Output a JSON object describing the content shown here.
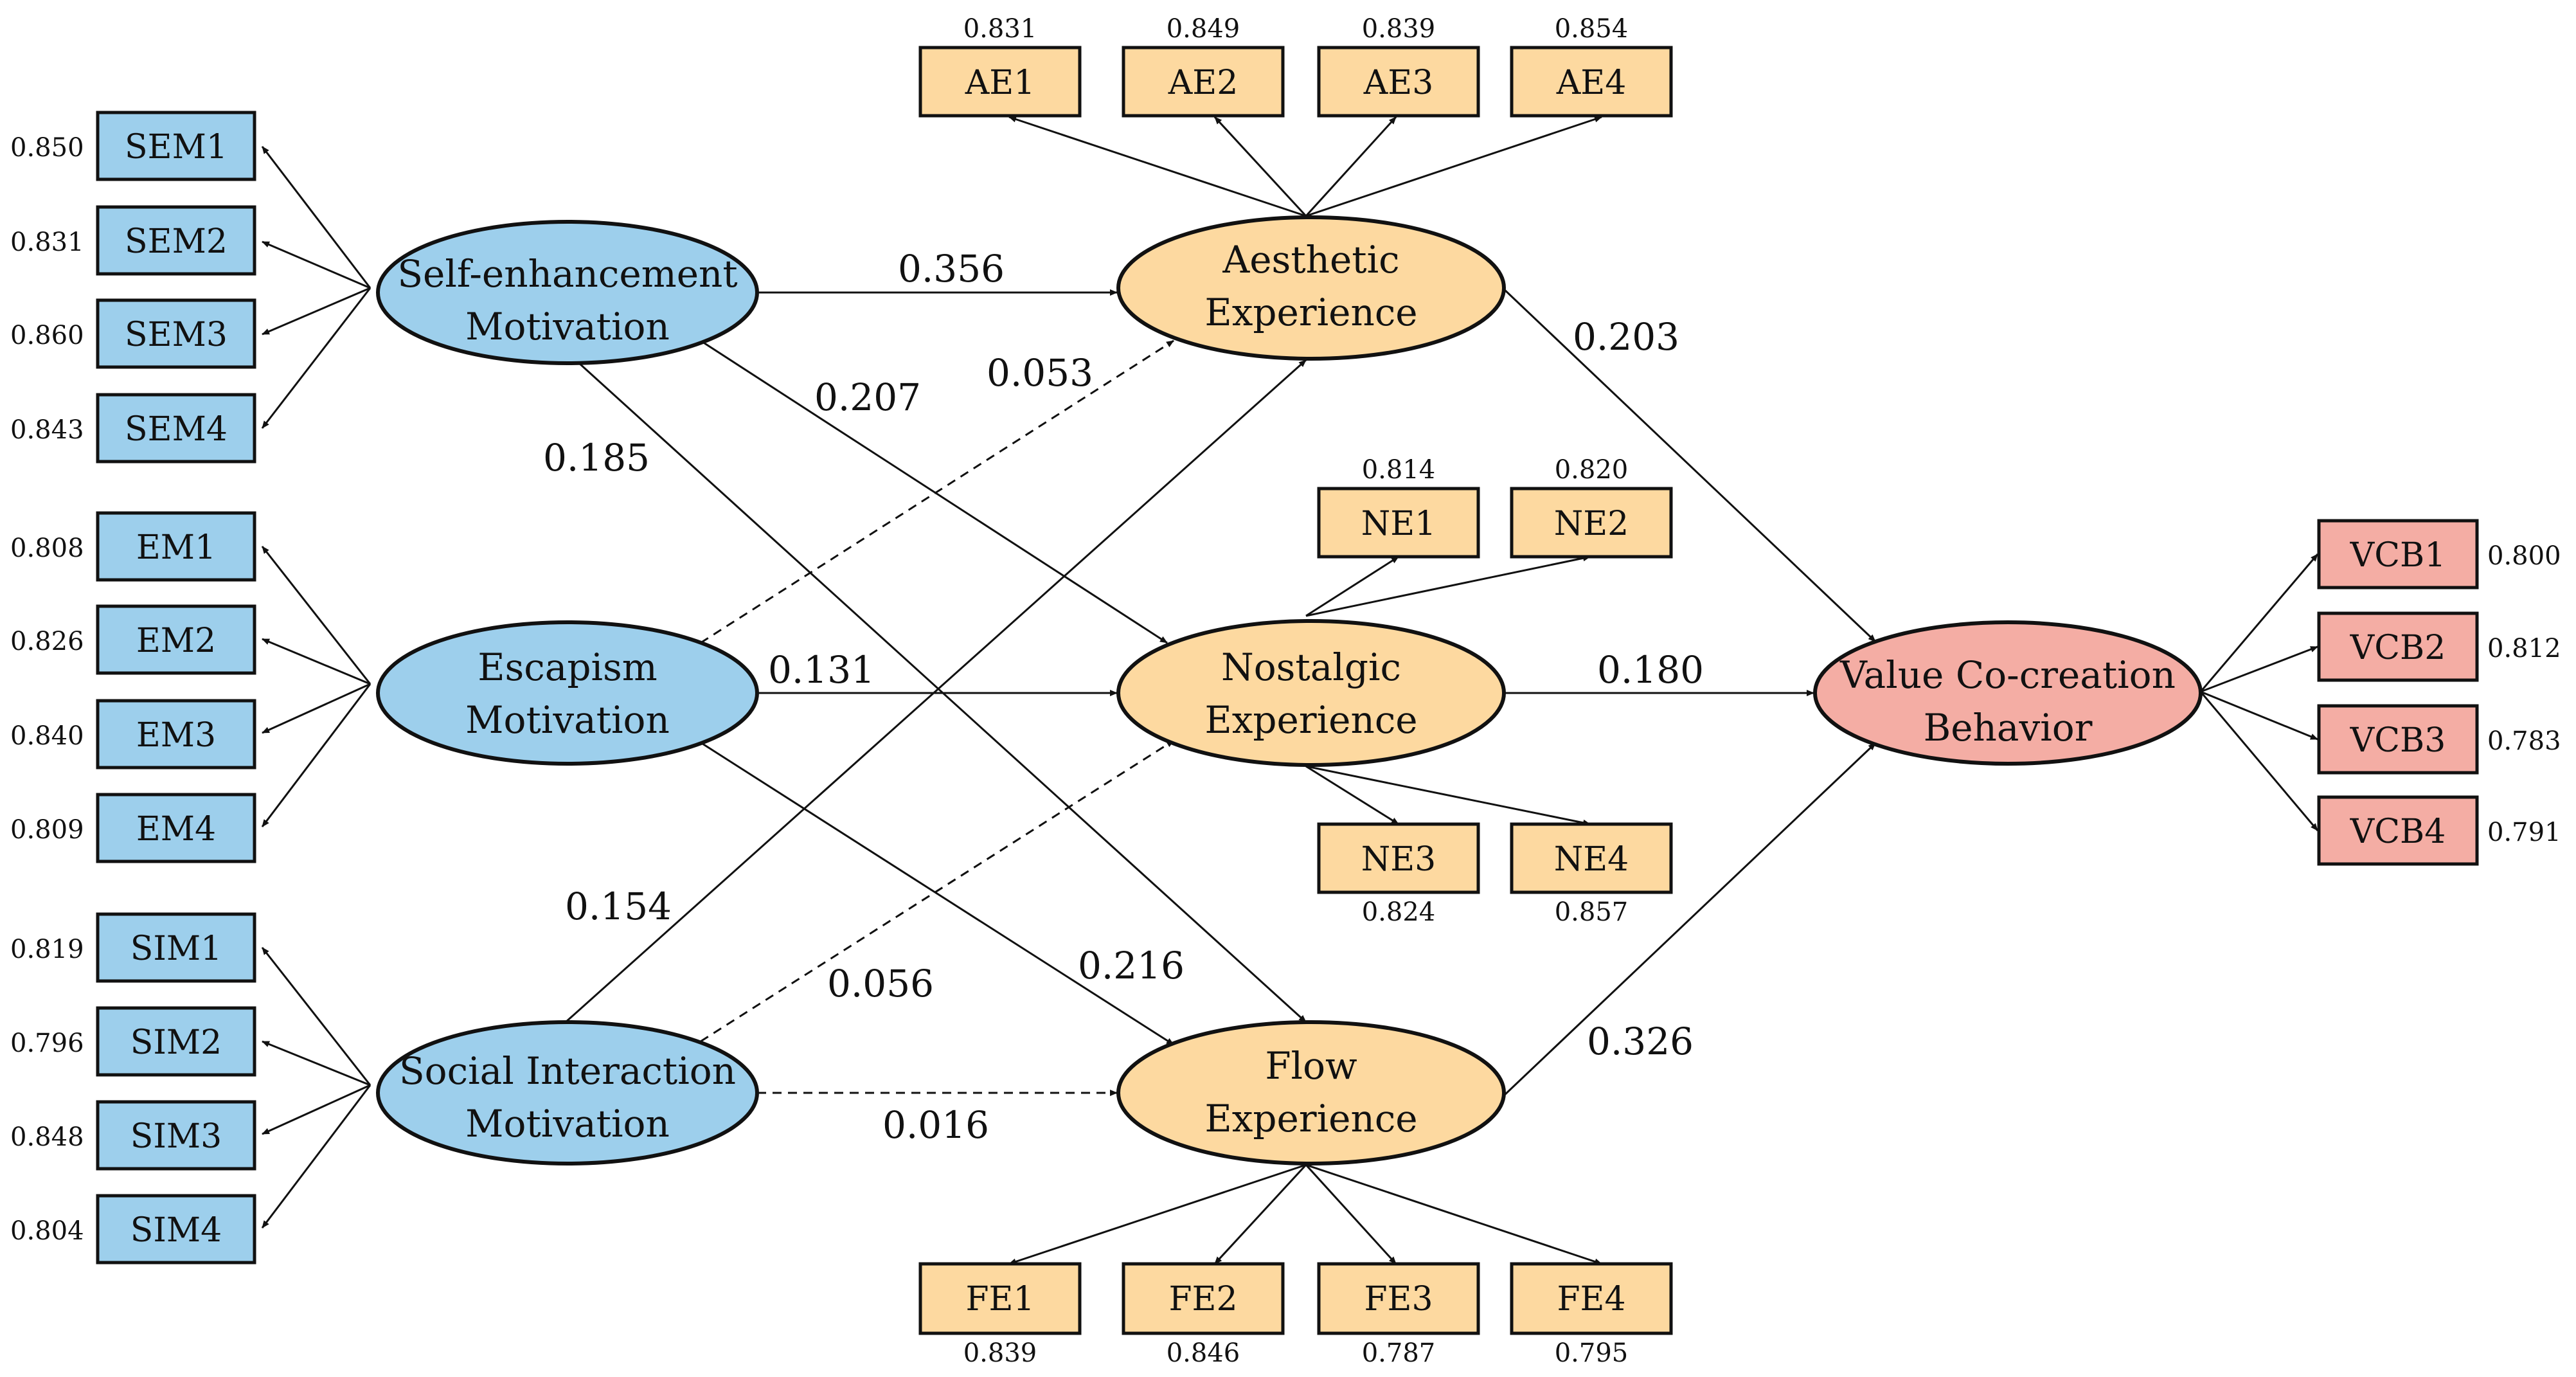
{
  "colors": {
    "motivation": "#9dcfec",
    "experience": "#fdd9a0",
    "outcome": "#f4ada4",
    "line": "#111111"
  },
  "constructs": {
    "sem": {
      "line1": "Self-enhancement",
      "line2": "Motivation"
    },
    "em": {
      "line1": "Escapism",
      "line2": "Motivation"
    },
    "sim": {
      "line1": "Social Interaction",
      "line2": "Motivation"
    },
    "ae": {
      "line1": "Aesthetic",
      "line2": "Experience"
    },
    "ne": {
      "line1": "Nostalgic",
      "line2": "Experience"
    },
    "fe": {
      "line1": "Flow",
      "line2": "Experience"
    },
    "vcb": {
      "line1": "Value Co-creation",
      "line2": "Behavior"
    }
  },
  "indicators": {
    "SEM1": {
      "label": "SEM1",
      "loading": "0.850"
    },
    "SEM2": {
      "label": "SEM2",
      "loading": "0.831"
    },
    "SEM3": {
      "label": "SEM3",
      "loading": "0.860"
    },
    "SEM4": {
      "label": "SEM4",
      "loading": "0.843"
    },
    "EM1": {
      "label": "EM1",
      "loading": "0.808"
    },
    "EM2": {
      "label": "EM2",
      "loading": "0.826"
    },
    "EM3": {
      "label": "EM3",
      "loading": "0.840"
    },
    "EM4": {
      "label": "EM4",
      "loading": "0.809"
    },
    "SIM1": {
      "label": "SIM1",
      "loading": "0.819"
    },
    "SIM2": {
      "label": "SIM2",
      "loading": "0.796"
    },
    "SIM3": {
      "label": "SIM3",
      "loading": "0.848"
    },
    "SIM4": {
      "label": "SIM4",
      "loading": "0.804"
    },
    "AE1": {
      "label": "AE1",
      "loading": "0.831"
    },
    "AE2": {
      "label": "AE2",
      "loading": "0.849"
    },
    "AE3": {
      "label": "AE3",
      "loading": "0.839"
    },
    "AE4": {
      "label": "AE4",
      "loading": "0.854"
    },
    "NE1": {
      "label": "NE1",
      "loading": "0.814"
    },
    "NE2": {
      "label": "NE2",
      "loading": "0.820"
    },
    "NE3": {
      "label": "NE3",
      "loading": "0.824"
    },
    "NE4": {
      "label": "NE4",
      "loading": "0.857"
    },
    "FE1": {
      "label": "FE1",
      "loading": "0.839"
    },
    "FE2": {
      "label": "FE2",
      "loading": "0.846"
    },
    "FE3": {
      "label": "FE3",
      "loading": "0.787"
    },
    "FE4": {
      "label": "FE4",
      "loading": "0.795"
    },
    "VCB1": {
      "label": "VCB1",
      "loading": "0.800"
    },
    "VCB2": {
      "label": "VCB2",
      "loading": "0.812"
    },
    "VCB3": {
      "label": "VCB3",
      "loading": "0.783"
    },
    "VCB4": {
      "label": "VCB4",
      "loading": "0.791"
    }
  },
  "paths": {
    "sem_ae": {
      "coef": "0.356",
      "significant": true
    },
    "sem_ne": {
      "coef": "0.207",
      "significant": true
    },
    "sem_fe": {
      "coef": "0.185",
      "significant": true
    },
    "em_ae": {
      "coef": "0.053",
      "significant": false
    },
    "em_ne": {
      "coef": "0.131",
      "significant": true
    },
    "em_fe": {
      "coef": "0.216",
      "significant": true
    },
    "sim_ae": {
      "coef": "0.154",
      "significant": true
    },
    "sim_ne": {
      "coef": "0.056",
      "significant": false
    },
    "sim_fe": {
      "coef": "0.016",
      "significant": false
    },
    "ae_vcb": {
      "coef": "0.203",
      "significant": true
    },
    "ne_vcb": {
      "coef": "0.180",
      "significant": true
    },
    "fe_vcb": {
      "coef": "0.326",
      "significant": true
    }
  }
}
